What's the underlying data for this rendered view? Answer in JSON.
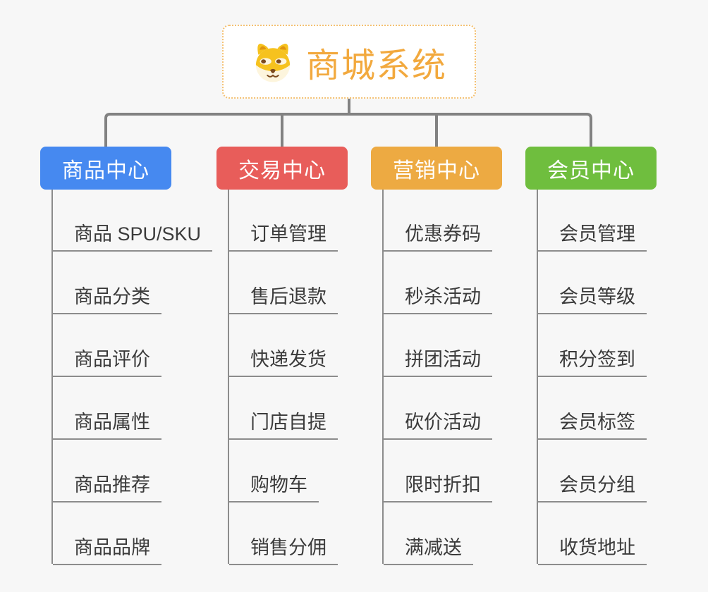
{
  "canvas": {
    "background": "#f7f7f7",
    "connector_color": "#828282",
    "leaf_line_color": "#8c8c8c"
  },
  "root": {
    "title": "商城系统",
    "icon": "shiba-dog-icon",
    "text_color": "#f2a93e",
    "border_color": "#f4c173"
  },
  "branches": [
    {
      "label": "商品中心",
      "color": "#4689f0",
      "children": [
        "商品 SPU/SKU",
        "商品分类",
        "商品评价",
        "商品属性",
        "商品推荐",
        "商品品牌"
      ]
    },
    {
      "label": "交易中心",
      "color": "#e85d5a",
      "children": [
        "订单管理",
        "售后退款",
        "快递发货",
        "门店自提",
        "购物车",
        "销售分佣"
      ]
    },
    {
      "label": "营销中心",
      "color": "#edaa42",
      "children": [
        "优惠券码",
        "秒杀活动",
        "拼团活动",
        "砍价活动",
        "限时折扣",
        "满减送"
      ]
    },
    {
      "label": "会员中心",
      "color": "#6fbe3e",
      "children": [
        "会员管理",
        "会员等级",
        "积分签到",
        "会员标签",
        "会员分组",
        "收货地址"
      ]
    }
  ]
}
